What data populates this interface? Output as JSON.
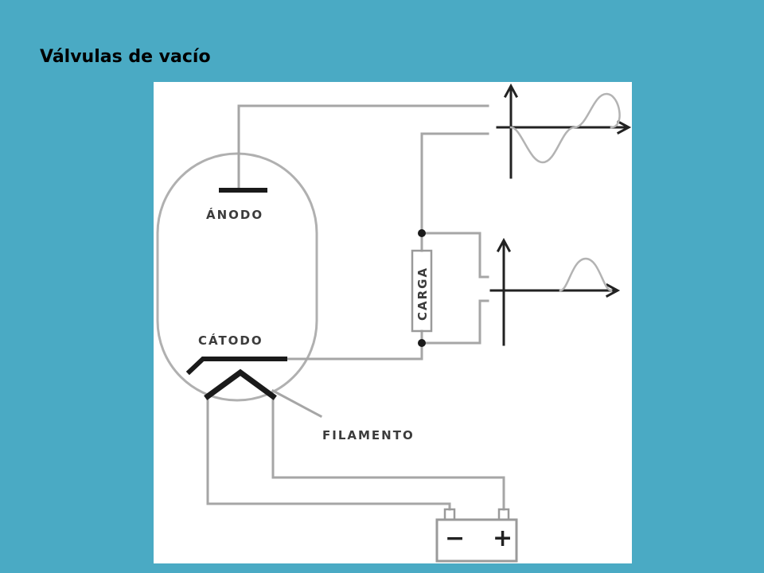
{
  "slide": {
    "title": "Válvulas de vacío",
    "background_color": "#4aaac4",
    "panel_color": "#ffffff"
  },
  "diagram": {
    "labels": {
      "anode": "ÁNODO",
      "cathode": "CÁTODO",
      "filament": "FILAMENTO",
      "load": "CARGA",
      "battery_negative": "−",
      "battery_positive": "+"
    },
    "colors": {
      "wire": "#a6a6a6",
      "electrode": "#1a1a1a",
      "axis": "#222222",
      "waveform": "#b3b3b3"
    },
    "waveforms": [
      {
        "signal": "alternating input",
        "shape": "sine"
      },
      {
        "signal": "rectified output",
        "shape": "positive half-cycle"
      }
    ]
  }
}
